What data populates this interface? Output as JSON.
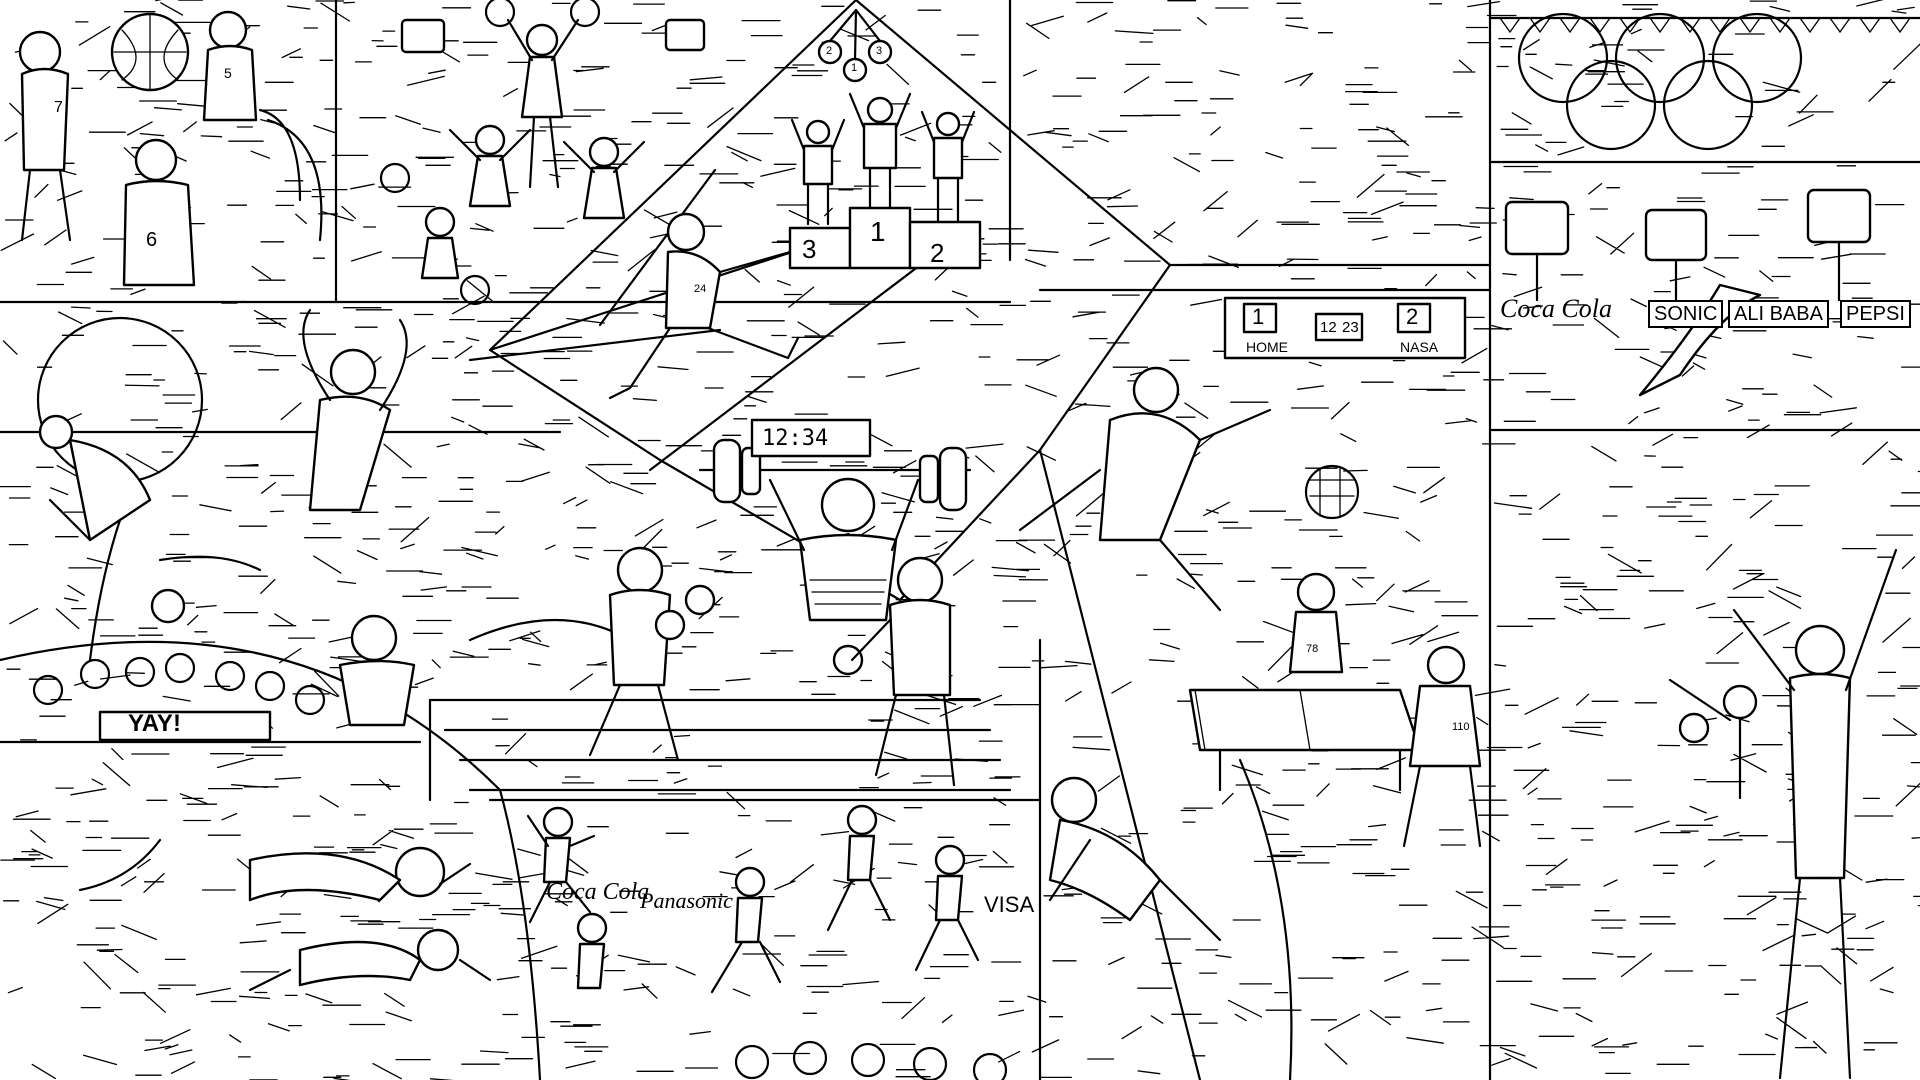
{
  "illustration": {
    "sponsors": {
      "cola_top": "Coca Cola",
      "sonic": "SONIC",
      "alibaba": "ALI BABA",
      "pepsi": "PEPSI",
      "cola_bottom": "Coca Cola",
      "panasonic": "Panasonic",
      "visa": "VISA"
    },
    "scoreboard": {
      "home_score": "1",
      "home_label": "HOME",
      "away_score": "2",
      "away_label": "NASA",
      "clock_min": "12",
      "clock_sec": "23"
    },
    "weightlifting_clock": "12:34",
    "podium": {
      "left": "3",
      "center": "1",
      "right": "2",
      "medal_1": "1",
      "medal_2": "2",
      "medal_3": "3"
    },
    "fans_banner": "YAY!",
    "bibs": {
      "basketball_a": "7",
      "basketball_b": "5",
      "basketball_c": "6",
      "javelin": "24",
      "table_tennis_a": "78",
      "table_tennis_b": "110"
    }
  }
}
